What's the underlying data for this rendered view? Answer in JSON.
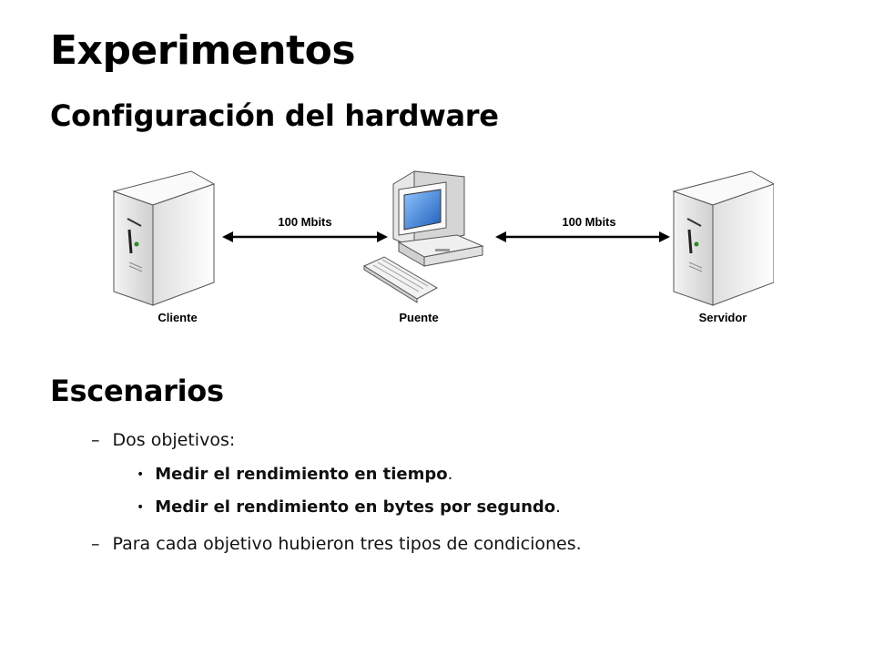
{
  "title": "Experimentos",
  "hardware_heading": "Configuración del hardware",
  "diagram": {
    "left_link_label": "100 Mbits",
    "right_link_label": "100 Mbits",
    "client_label": "Cliente",
    "bridge_label": "Puente",
    "server_label": "Servidor"
  },
  "scenarios": {
    "heading": "Escenarios",
    "dash": "–",
    "bullet": "•",
    "item1": "Dos objetivos:",
    "sub1_bold": "Medir el rendimiento en tiempo",
    "sub1_end": ".",
    "sub2_bold": "Medir el rendimiento en bytes por segundo",
    "sub2_end": ".",
    "item2": "Para cada objetivo hubieron tres tipos de condiciones."
  }
}
